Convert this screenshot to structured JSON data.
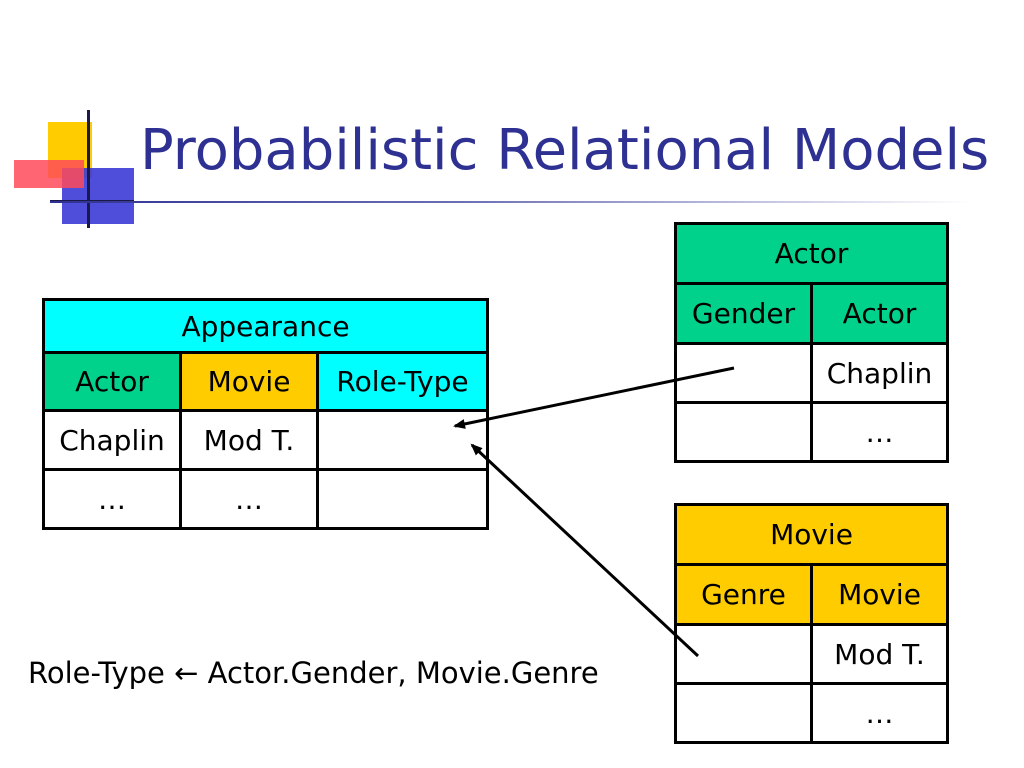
{
  "slide": {
    "title": "Probabilistic Relational Models"
  },
  "colors": {
    "title": "#2e3192",
    "appearance_header": "#00ffff",
    "actor_key": "#00d28c",
    "movie_key": "#ffcc00"
  },
  "tables": {
    "appearance": {
      "name": "Appearance",
      "columns": [
        "Actor",
        "Movie",
        "Role-Type"
      ],
      "rows": [
        [
          "Chaplin",
          "Mod T.",
          ""
        ],
        [
          "…",
          "…",
          ""
        ]
      ]
    },
    "actor": {
      "name": "Actor",
      "columns": [
        "Gender",
        "Actor"
      ],
      "rows": [
        [
          "",
          "Chaplin"
        ],
        [
          "",
          "…"
        ]
      ]
    },
    "movie": {
      "name": "Movie",
      "columns": [
        "Genre",
        "Movie"
      ],
      "rows": [
        [
          "",
          "Mod T."
        ],
        [
          "",
          "…"
        ]
      ]
    }
  },
  "rule": {
    "lhs": "Role-Type",
    "arrow": "←",
    "rhs": "Actor.Gender, Movie.Genre"
  }
}
